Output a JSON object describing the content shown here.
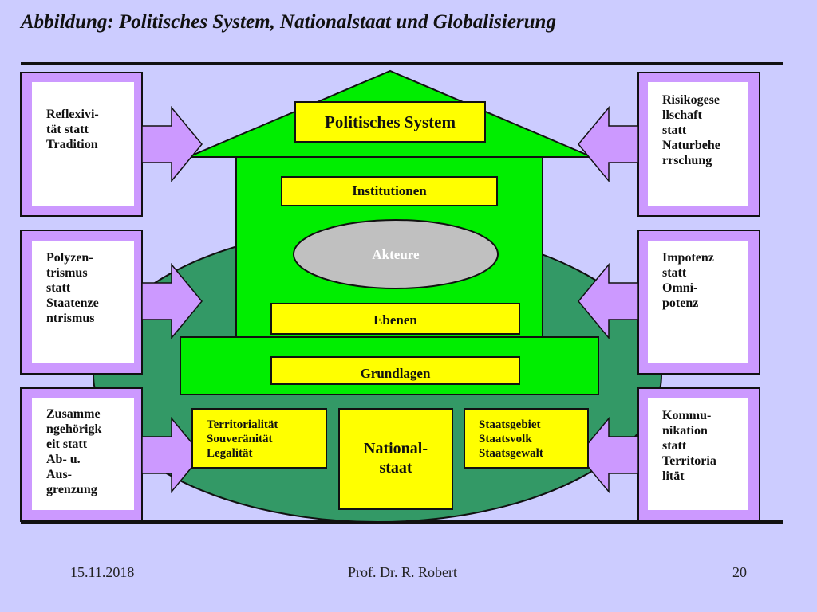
{
  "slide": {
    "title": "Abbildung: Politisches System, Nationalstaat und Globalisierung"
  },
  "house": {
    "roof_label": "Politisches System",
    "institutionen": "Institutionen",
    "akteure": "Akteure",
    "ebenen": "Ebenen",
    "grundlagen": "Grundlagen",
    "nationalstaat": "National-\nstaat",
    "left_pillar": "Territorialität\nSouveränität\nLegalität",
    "right_pillar": "Staatsgebiet\nStaatsvolk\nStaatsgewalt"
  },
  "left_boxes": [
    {
      "text": "Reflexivi-\ntät statt\nTradition"
    },
    {
      "text": "Polyzen-\ntrismus\nstatt\nStaatenze\nntrismus"
    },
    {
      "text": "Zusamme\nngehörigk\neit statt\nAb- u.\nAus-\ngrenzung"
    }
  ],
  "right_boxes": [
    {
      "text": "Risikogese\nllschaft\nstatt\nNaturbehe\nrrschung"
    },
    {
      "text": "Impotenz\nstatt\nOmni-\npotenz"
    },
    {
      "text": "Kommu-\nnikation\nstatt\nTerritoria\nlität"
    }
  ],
  "footer": {
    "date": "15.11.2018",
    "author": "Prof. Dr. R. Robert",
    "page": "20"
  },
  "colors": {
    "background": "#ccccff",
    "green": "#00ee00",
    "dark_green": "#339966",
    "yellow": "#ffff00",
    "purple": "#cc99ff",
    "grey": "#c0c0c0"
  }
}
